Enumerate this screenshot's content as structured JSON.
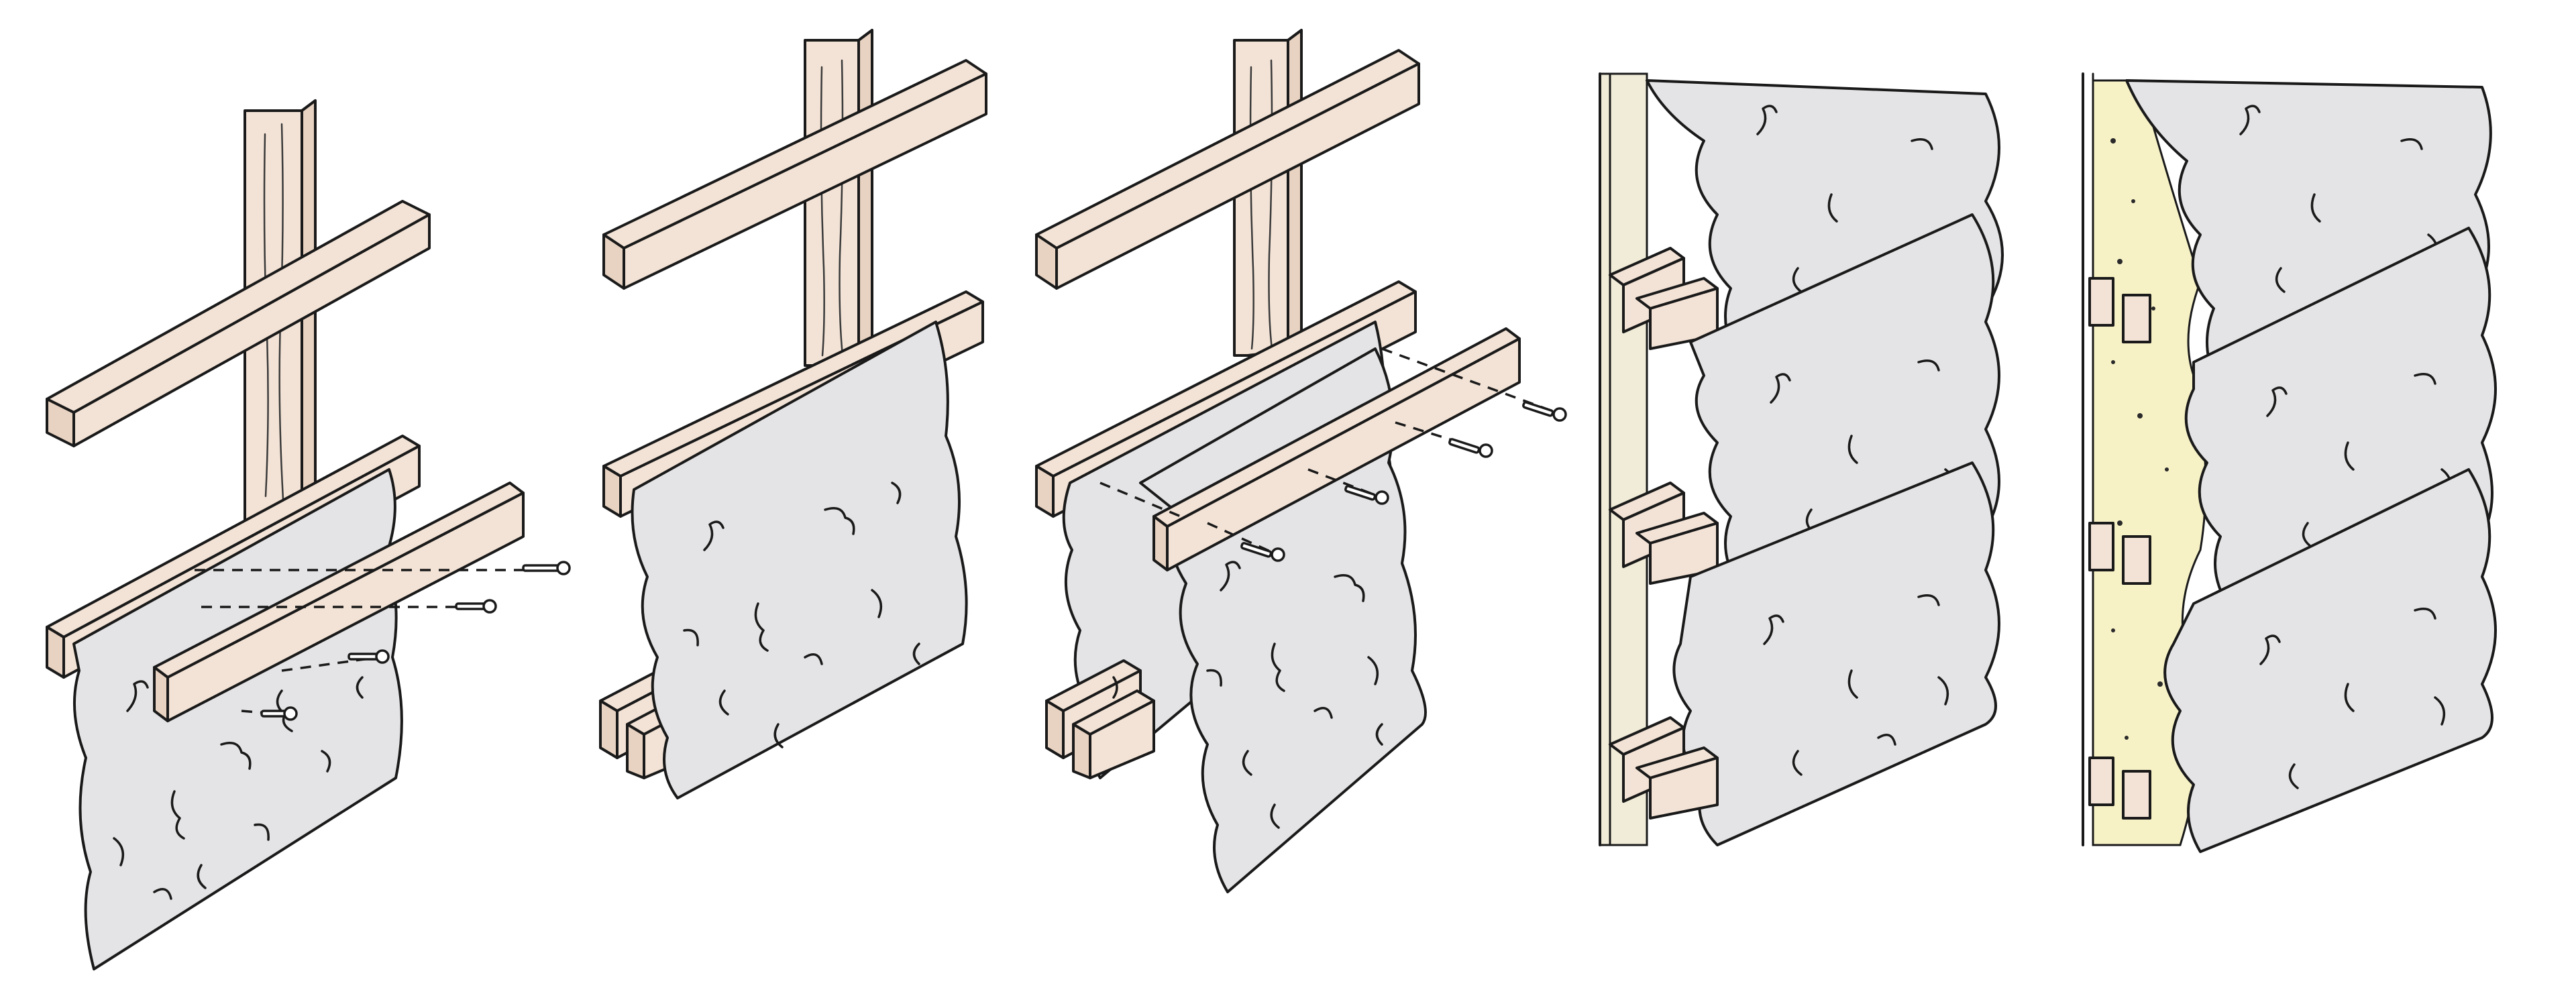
{
  "diagram": {
    "steps": [
      {
        "id": "step-1",
        "description_visible_text": ""
      },
      {
        "id": "step-2",
        "description_visible_text": ""
      },
      {
        "id": "step-3",
        "description_visible_text": ""
      },
      {
        "id": "step-4",
        "description_visible_text": ""
      },
      {
        "id": "step-5",
        "description_visible_text": ""
      }
    ],
    "colors": {
      "wood": "#f3e3d6",
      "cloth": "#e4e4e6",
      "wall": "#f1ecd8",
      "filler": "#f7f2c6",
      "ink": "#1a1a1a"
    },
    "icons": [
      "wooden-post-icon",
      "wooden-batten-icon",
      "fabric-sheet-icon",
      "nail-icon",
      "wall-section-icon"
    ]
  }
}
